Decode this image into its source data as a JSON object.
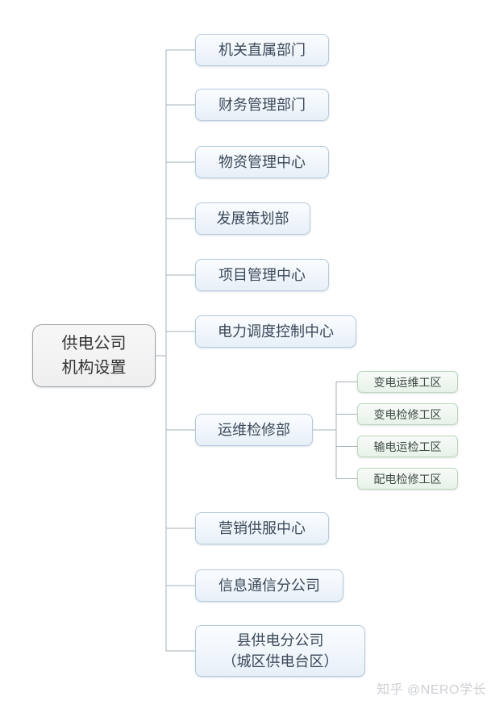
{
  "tree": {
    "root": {
      "label": "供电公司\n机构设置"
    },
    "children": [
      {
        "label": "机关直属部门"
      },
      {
        "label": "财务管理部门"
      },
      {
        "label": "物资管理中心"
      },
      {
        "label": "发展策划部"
      },
      {
        "label": "项目管理中心"
      },
      {
        "label": "电力调度控制中心"
      },
      {
        "label": "运维检修部",
        "children": [
          {
            "label": "变电运维工区"
          },
          {
            "label": "变电检修工区"
          },
          {
            "label": "输电运检工区"
          },
          {
            "label": "配电检修工区"
          }
        ]
      },
      {
        "label": "营销供服中心"
      },
      {
        "label": "信息通信分公司"
      },
      {
        "label": "县供电分公司\n（城区供电台区）"
      }
    ]
  },
  "watermark": "知乎 @NERO学长",
  "colors": {
    "level1_fill": "#e7eff8",
    "level1_border": "#b6c9dd",
    "level1_text": "#3b4859",
    "level2_fill": "#e8f1e8",
    "level2_border": "#bdd6bd",
    "level2_text": "#3f4a45",
    "root_fill": "#efefef",
    "root_border": "#9da3a8",
    "root_text": "#333333",
    "connector": "#a6b0b9",
    "watermark_text": "#cdd0d4",
    "background": "#ffffff"
  }
}
